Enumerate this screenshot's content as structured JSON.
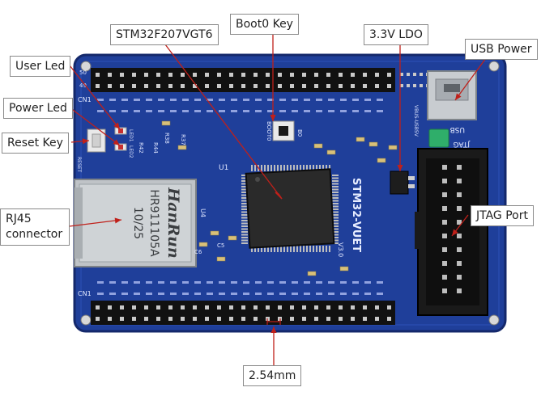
{
  "board": {
    "silk": {
      "cn1_top": "CN1",
      "cn1_bottom": "CN1",
      "pin50": "50",
      "pin49": "49",
      "mcu_label": "U1",
      "u4_label": "U4",
      "product": "STM32-V",
      "product_suffix": "UET",
      "version": "V3.0",
      "reset_silk": "RESET",
      "boot_silk": "BOOT0",
      "b0": "B0",
      "usb_silk": "USB",
      "jtag_silk": "JTAG",
      "vbus_silk": "VBUS-USB5V",
      "c5": "C5",
      "c6": "C6",
      "r37": "R37",
      "r38": "R38",
      "r42": "R42",
      "r44": "R44",
      "led1": "LED1",
      "led2": "LED2"
    },
    "rj45": {
      "brand": "HanRun",
      "part": "HR911105A",
      "date": "10/25"
    },
    "colors": {
      "pcb": "#1f3f9a",
      "pcb_dark": "#14286b",
      "header": "#111111",
      "pin": "#c9c9c9",
      "jtag": "#1a1a1a",
      "chip": "#2a2a2a",
      "rj45": "#bfc3c7",
      "arrow": "#c0201a",
      "connector_green": "#2fae6a"
    }
  },
  "labels": {
    "mcu": "STM32F207VGT6",
    "boot": "Boot0 Key",
    "ldo": "3.3V LDO",
    "usb_power": "USB Power",
    "user_led": "User Led",
    "power_led": "Power Led",
    "reset": "Reset Key",
    "rj45_line1": "RJ45",
    "rj45_line2": "connector",
    "jtag": "JTAG Port",
    "pitch": "2.54mm"
  }
}
